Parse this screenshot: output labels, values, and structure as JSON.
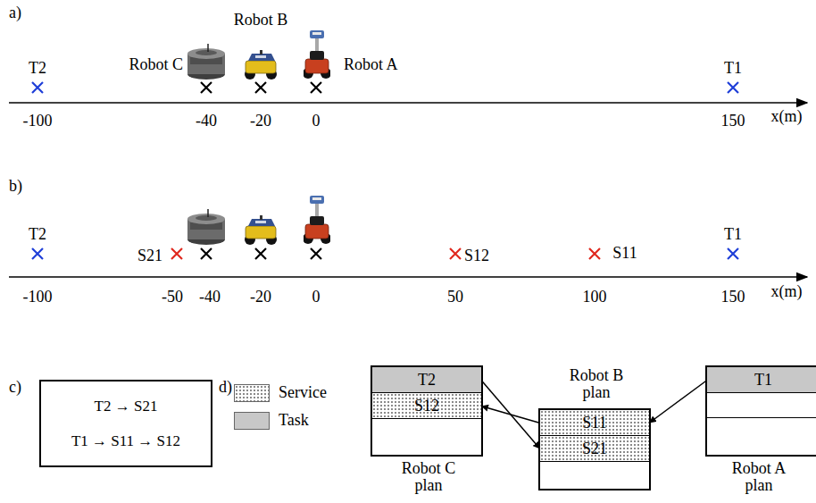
{
  "diagram": {
    "nodes": [
      {
        "text": [
          "T2 → S21",
          "T1 → S11 → S12"
        ]
      },
      {
        "text": [
          "Robot C plan"
        ]
      },
      {
        "text": [
          "T2"
        ],
        "in": 1
      },
      {
        "text": [
          "S12"
        ],
        "in": 1
      },
      {
        "text": [
          "Robot B plan"
        ]
      },
      {
        "text": [
          "S11"
        ],
        "in": 4
      },
      {
        "text": [
          "S21"
        ],
        "in": 4
      },
      {
        "text": [
          "Robot A plan"
        ]
      },
      {
        "text": [
          "T1"
        ],
        "in": 7
      }
    ],
    "edges": [
      {
        "from": 2,
        "to": 6,
        "arrow": "to"
      },
      {
        "from": 5,
        "to": 3,
        "arrow": "to"
      },
      {
        "from": 8,
        "to": 5,
        "arrow": "to"
      }
    ],
    "labels": [
      "a)",
      "T2",
      "Robot C",
      "Robot B",
      "Robot A",
      "T1",
      "-100",
      "-40",
      "-20",
      "0",
      "150",
      "x(m)",
      "b)",
      "T2",
      "S21",
      "S12",
      "S11",
      "T1",
      "-100",
      "-50",
      "-40",
      "-20",
      "0",
      "50",
      "100",
      "150",
      "x(m)",
      "c)",
      "d)"
    ],
    "legend": [
      {
        "text": "Service"
      },
      {
        "text": "Task",
        "color": "#c8c8c8"
      }
    ]
  }
}
